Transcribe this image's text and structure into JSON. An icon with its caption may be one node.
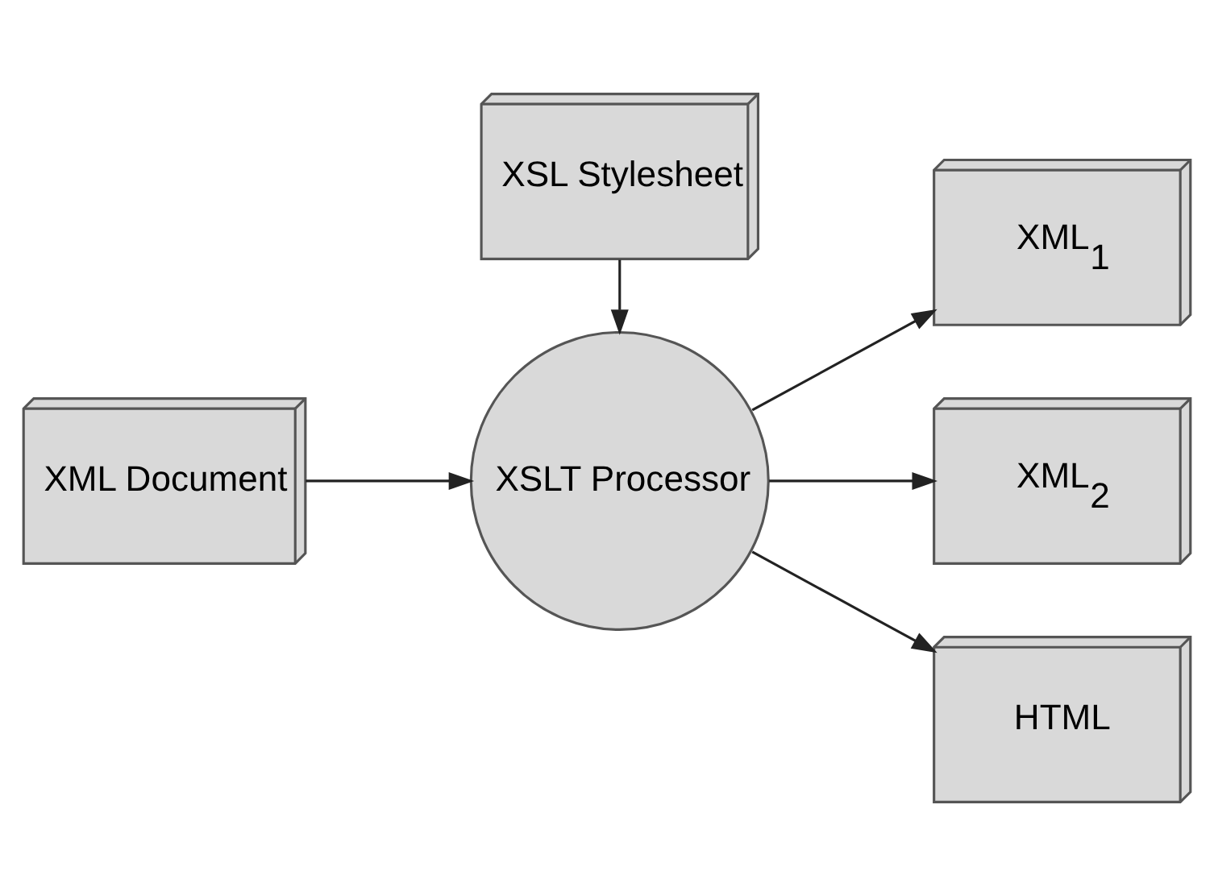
{
  "diagram": {
    "nodes": [
      {
        "text": [
          "XML Document"
        ]
      },
      {
        "text": [
          "XSLT Processor"
        ]
      },
      {
        "text": [
          "XML$_{1}$"
        ]
      },
      {
        "text": [
          "XML$_{2}$"
        ]
      },
      {
        "text": [
          "HTML"
        ]
      },
      {
        "text": [
          "XSL Stylesheet"
        ]
      }
    ],
    "edges": [
      {
        "from": 0,
        "to": 1,
        "arrow": "to"
      },
      {
        "from": 1,
        "to": 2,
        "arrow": "to"
      },
      {
        "from": 1,
        "to": 3,
        "arrow": "to"
      },
      {
        "from": 1,
        "to": 4,
        "arrow": "to"
      },
      {
        "from": 5,
        "to": 1,
        "arrow": "to"
      }
    ]
  }
}
